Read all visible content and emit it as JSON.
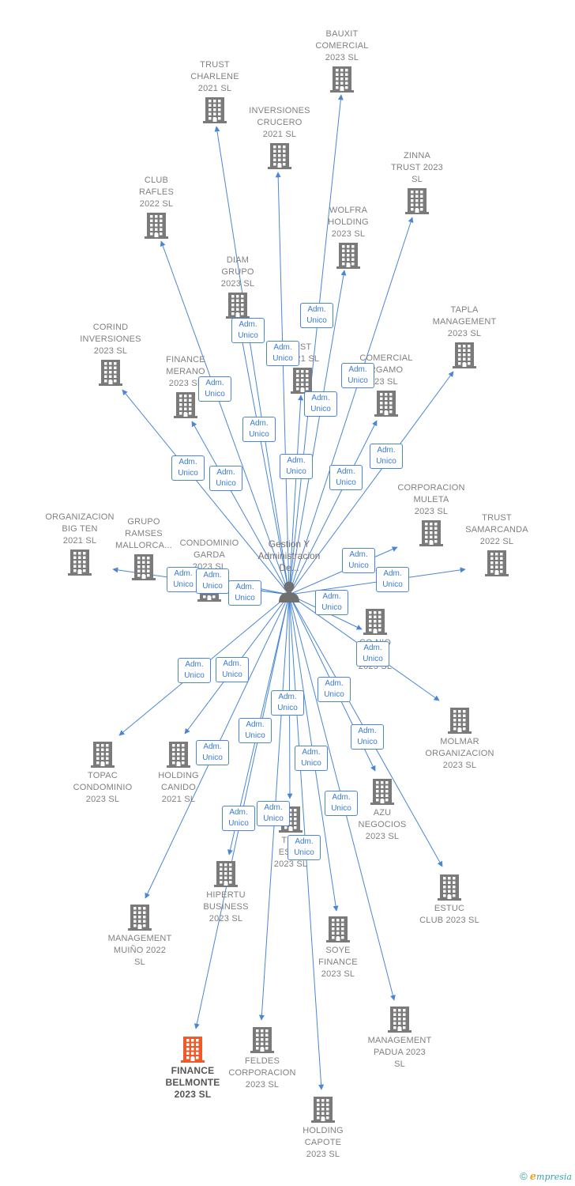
{
  "colors": {
    "edge": "#4a86d4",
    "building": "#7a7a7a",
    "focus": "#f05a2a",
    "person": "#707070"
  },
  "center": {
    "label_lines": [
      "Gestion Y",
      "Administracion",
      "De..."
    ],
    "icon": "person-icon"
  },
  "badge": {
    "line1": "Adm.",
    "line2": "Unico"
  },
  "companies": [
    {
      "id": "bauxit",
      "lines": [
        "BAUXIT",
        "COMERCIAL",
        "2023  SL"
      ],
      "icon": "building-icon"
    },
    {
      "id": "trust-charlene",
      "lines": [
        "TRUST",
        "CHARLENE",
        "2021  SL"
      ],
      "icon": "building-icon"
    },
    {
      "id": "inversiones-crucero",
      "lines": [
        "INVERSIONES",
        "CRUCERO",
        "2021  SL"
      ],
      "icon": "building-icon"
    },
    {
      "id": "zinna",
      "lines": [
        "ZINNA",
        "TRUST 2023",
        "SL"
      ],
      "icon": "building-icon"
    },
    {
      "id": "club-rafles",
      "lines": [
        "CLUB",
        "RAFLES",
        "2022  SL"
      ],
      "icon": "building-icon"
    },
    {
      "id": "wolfra",
      "lines": [
        "WOLFRA",
        "HOLDING",
        "2023  SL"
      ],
      "icon": "building-icon"
    },
    {
      "id": "diam",
      "lines": [
        "DIAM",
        "GRUPO",
        "2023  SL"
      ],
      "icon": "building-icon"
    },
    {
      "id": "tapla",
      "lines": [
        "TAPLA",
        "MANAGEMENT",
        "2023  SL"
      ],
      "icon": "building-icon"
    },
    {
      "id": "corind",
      "lines": [
        "CORIND",
        "INVERSIONES",
        "2023  SL"
      ],
      "icon": "building-icon"
    },
    {
      "id": "finance-merano",
      "lines": [
        "FINANCE",
        "MERANO",
        "2023  SL"
      ],
      "icon": "building-icon"
    },
    {
      "id": "trust-2021",
      "lines": [
        "UST",
        "2021  SL"
      ],
      "icon": "building-icon"
    },
    {
      "id": "comercial-orgamo",
      "lines": [
        "COMERCIAL",
        "RGAMO",
        "23  SL"
      ],
      "icon": "building-icon"
    },
    {
      "id": "corporacion-muleta",
      "lines": [
        "CORPORACION",
        "MULETA",
        "2023  SL"
      ],
      "icon": "building-icon"
    },
    {
      "id": "organizacion-big-ten",
      "lines": [
        "ORGANIZACION",
        "BIG TEN",
        "2021  SL"
      ],
      "icon": "building-icon"
    },
    {
      "id": "grupo-ramses",
      "lines": [
        "GRUPO",
        "RAMSES",
        "MALLORCA..."
      ],
      "icon": "building-icon"
    },
    {
      "id": "condominio-garda",
      "lines": [
        "CONDOMINIO",
        "GARDA",
        "2023  SL"
      ],
      "icon": "building-icon"
    },
    {
      "id": "trust-samarcanda",
      "lines": [
        "TRUST",
        "SAMARCANDA",
        "2022  SL"
      ],
      "icon": "building-icon"
    },
    {
      "id": "condominio-maestranza",
      "lines": [
        "CO    NIO",
        "MA       ZA",
        "2023  SL"
      ],
      "icon": "building-icon"
    },
    {
      "id": "molmar",
      "lines": [
        "MOLMAR",
        "ORGANIZACION",
        "2023  SL"
      ],
      "icon": "building-icon"
    },
    {
      "id": "topac",
      "lines": [
        "TOPAC",
        "CONDOMINIO",
        "2023  SL"
      ],
      "icon": "building-icon"
    },
    {
      "id": "holding-canido",
      "lines": [
        "HOLDING",
        "CANIDO",
        "2021  SL"
      ],
      "icon": "building-icon"
    },
    {
      "id": "azu",
      "lines": [
        "AZU",
        "NEGOCIOS",
        "2023  SL"
      ],
      "icon": "building-icon"
    },
    {
      "id": "trust-estoril",
      "lines": [
        "TRU",
        "ESTO",
        "2023  SL"
      ],
      "icon": "building-icon"
    },
    {
      "id": "hipertu",
      "lines": [
        "HIPERTU",
        "BUSINESS",
        "2023  SL"
      ],
      "icon": "building-icon"
    },
    {
      "id": "estuc",
      "lines": [
        "ESTUC",
        "CLUB 2023  SL"
      ],
      "icon": "building-icon"
    },
    {
      "id": "management-muino",
      "lines": [
        "MANAGEMENT",
        "MUIÑO 2022",
        "SL"
      ],
      "icon": "building-icon"
    },
    {
      "id": "soye",
      "lines": [
        "SOYE",
        "FINANCE",
        "2023  SL"
      ],
      "icon": "building-icon"
    },
    {
      "id": "management-padua",
      "lines": [
        "MANAGEMENT",
        "PADUA 2023",
        "SL"
      ],
      "icon": "building-icon"
    },
    {
      "id": "finance-belmonte",
      "lines": [
        "FINANCE",
        "BELMONTE",
        "2023  SL"
      ],
      "icon": "building-icon",
      "focus": true
    },
    {
      "id": "feldes",
      "lines": [
        "FELDES",
        "CORPORACION",
        "2023  SL"
      ],
      "icon": "building-icon"
    },
    {
      "id": "holding-capote",
      "lines": [
        "HOLDING",
        "CAPOTE",
        "2023  SL"
      ],
      "icon": "building-icon"
    }
  ],
  "footer": {
    "copyright": "©",
    "brand_first": "e",
    "brand_rest": "mpresia"
  }
}
